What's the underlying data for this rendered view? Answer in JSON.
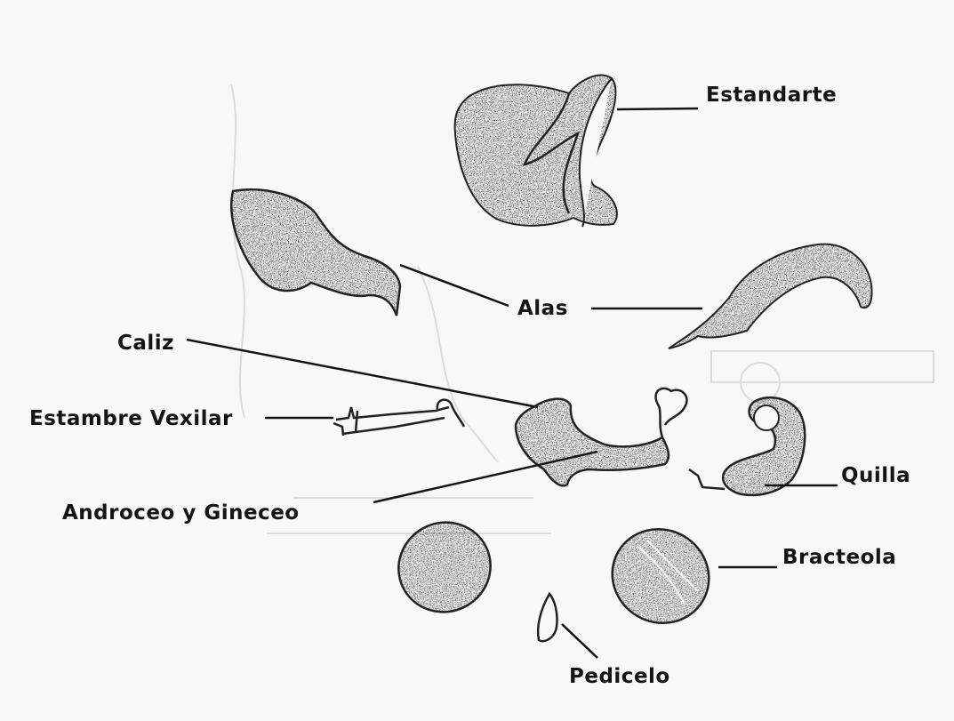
{
  "labels": {
    "estandarte": "Estandarte",
    "alas": "Alas",
    "caliz": "Caliz",
    "estambre_vexilar": "Estambre Vexilar",
    "androceo_gineceo": "Androceo y  Gineceo",
    "quilla": "Quilla",
    "bracteola": "Bracteola",
    "pedicelo": "Pedicelo"
  },
  "colors": {
    "ink": "#141414",
    "paper": "#f8f8f6",
    "ghost": "#d8d8d4"
  }
}
